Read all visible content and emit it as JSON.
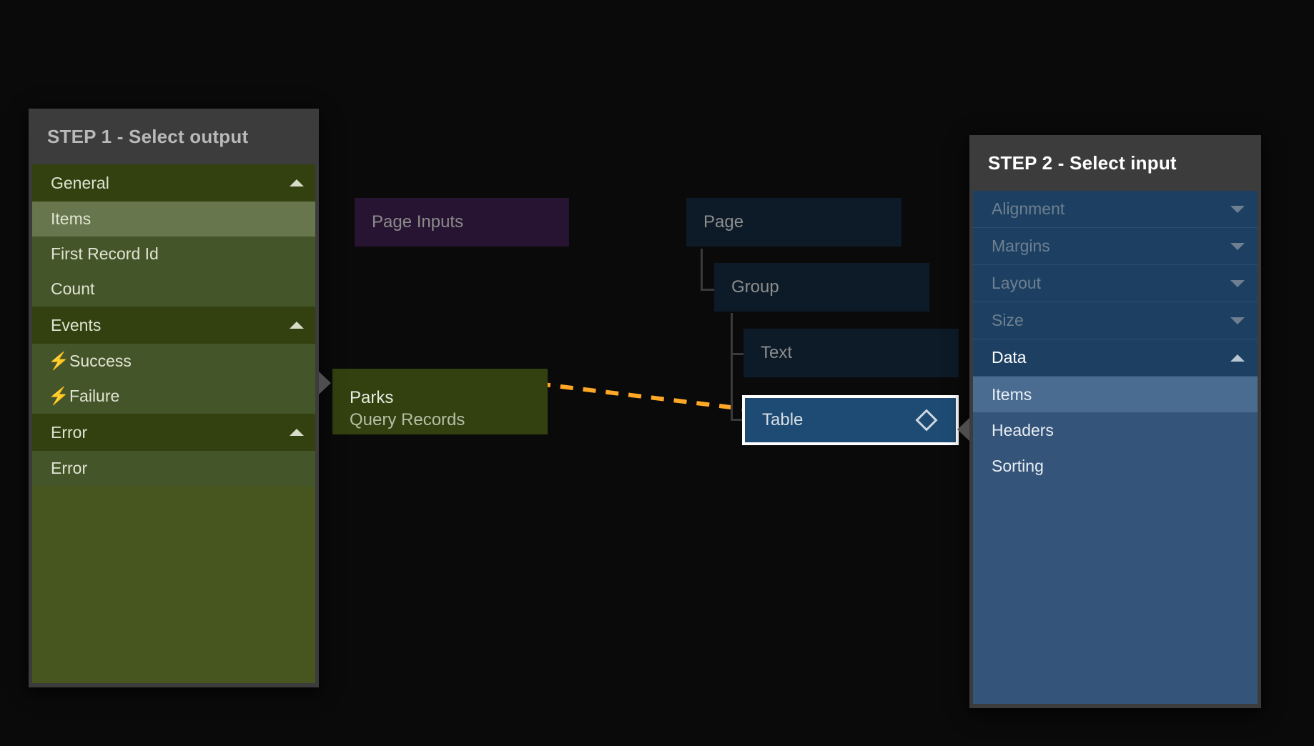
{
  "step1": {
    "title": "STEP 1 - Select output",
    "sections": [
      {
        "label": "General",
        "icon": "chevron-up-icon",
        "expanded": true,
        "items": [
          {
            "label": "Items",
            "selected": true
          },
          {
            "label": "First Record Id",
            "selected": false
          },
          {
            "label": "Count",
            "selected": false
          }
        ]
      },
      {
        "label": "Events",
        "icon": "chevron-up-icon",
        "expanded": true,
        "items": [
          {
            "label": "Success",
            "selected": false,
            "icon": "bolt-icon"
          },
          {
            "label": "Failure",
            "selected": false,
            "icon": "bolt-icon"
          }
        ]
      },
      {
        "label": "Error",
        "icon": "chevron-up-icon",
        "expanded": true,
        "items": [
          {
            "label": "Error",
            "selected": false
          }
        ]
      }
    ]
  },
  "step2": {
    "title": "STEP 2 - Select input",
    "sections": [
      {
        "label": "Alignment",
        "icon": "chevron-down-icon",
        "expanded": false,
        "items": []
      },
      {
        "label": "Margins",
        "icon": "chevron-down-icon",
        "expanded": false,
        "items": []
      },
      {
        "label": "Layout",
        "icon": "chevron-down-icon",
        "expanded": false,
        "items": []
      },
      {
        "label": "Size",
        "icon": "chevron-down-icon",
        "expanded": false,
        "items": []
      },
      {
        "label": "Data",
        "icon": "chevron-up-icon",
        "expanded": true,
        "items": [
          {
            "label": "Items",
            "selected": true
          },
          {
            "label": "Headers",
            "selected": false
          },
          {
            "label": "Sorting",
            "selected": false
          }
        ]
      }
    ]
  },
  "canvas": {
    "nodes": {
      "page_inputs": {
        "label": "Page Inputs"
      },
      "parks": {
        "title": "Parks",
        "subtitle": "Query Records"
      },
      "page": {
        "label": "Page"
      },
      "group": {
        "label": "Group"
      },
      "text": {
        "label": "Text"
      },
      "table": {
        "label": "Table",
        "icon": "diamond-icon",
        "selected": true
      }
    },
    "connection": {
      "from": "parks",
      "to": "table",
      "style": "dashed",
      "arrow": "arrow-right-icon"
    }
  },
  "colors": {
    "background": "#0a0a0a",
    "panel_header": "#3c3c3c",
    "output_accent": "#33400f",
    "output_body": "#45552a",
    "output_selected": "#67764c",
    "input_accent": "#1d4062",
    "input_body": "#35547a",
    "input_selected": "#4b6c91",
    "link_orange": "#ffa726",
    "node_purple": "#271432",
    "node_navy": "#0d1b28",
    "node_table": "#1d4b73",
    "selection_border": "#ffffff"
  }
}
